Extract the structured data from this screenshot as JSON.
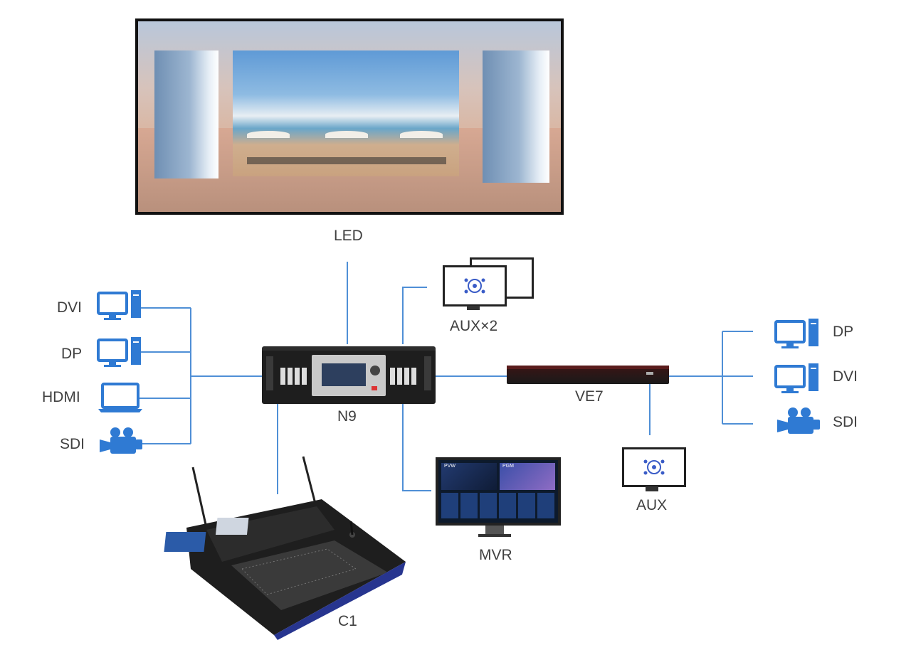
{
  "colors": {
    "line": "#4f8fd6",
    "icon": "#2f7ad3",
    "device_dark": "#222222"
  },
  "labels": {
    "led": "LED",
    "aux2": "AUX×2",
    "n9": "N9",
    "ve7": "VE7",
    "aux": "AUX",
    "mvr": "MVR",
    "c1": "C1"
  },
  "inputs_left": [
    {
      "label": "DVI",
      "icon": "desktop-pc-icon"
    },
    {
      "label": "DP",
      "icon": "desktop-pc-icon"
    },
    {
      "label": "HDMI",
      "icon": "laptop-icon"
    },
    {
      "label": "SDI",
      "icon": "video-camera-icon"
    }
  ],
  "inputs_right": [
    {
      "label": "DP",
      "icon": "desktop-pc-icon"
    },
    {
      "label": "DVI",
      "icon": "desktop-pc-icon"
    },
    {
      "label": "SDI",
      "icon": "video-camera-icon"
    }
  ],
  "mvr_screen": {
    "pvw": "PVW",
    "pgm": "PGM"
  }
}
